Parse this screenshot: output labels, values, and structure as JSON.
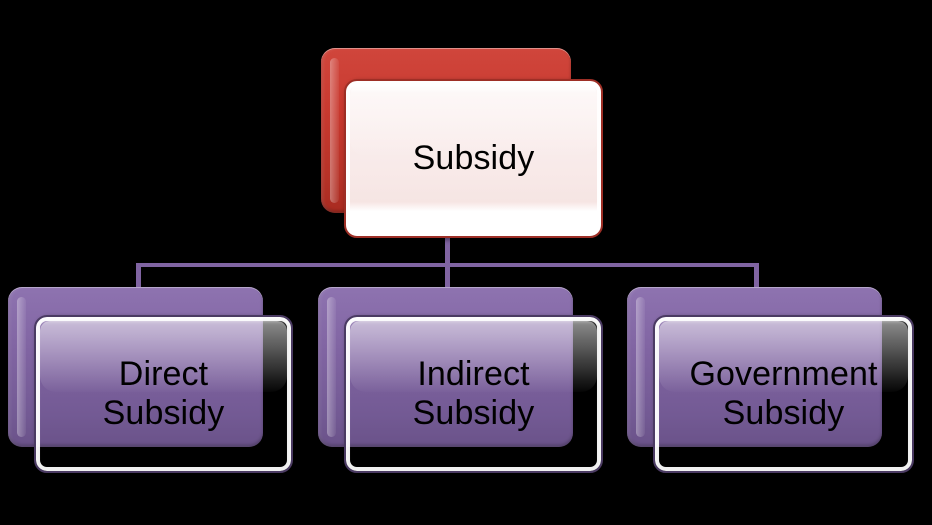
{
  "diagram": {
    "type": "hierarchy",
    "title": "Subsidy",
    "background_color": "#000000",
    "root": {
      "id": "subsidy",
      "label": "Subsidy",
      "plate_color": "#C8392F",
      "card_color": "#F8EAE9",
      "text_color": "#000000"
    },
    "children": [
      {
        "id": "direct-subsidy",
        "label": "Direct\nSubsidy",
        "plate_color": "#8064A2",
        "card_color": "#ECE8F2",
        "text_color": "#000000"
      },
      {
        "id": "indirect-subsidy",
        "label": "Indirect\nSubsidy",
        "plate_color": "#8064A2",
        "card_color": "#ECE8F2",
        "text_color": "#000000"
      },
      {
        "id": "government-subsidy",
        "label": "Government\nSubsidy",
        "plate_color": "#8064A2",
        "card_color": "#ECE8F2",
        "text_color": "#000000"
      }
    ],
    "connector_color": "#8064A2"
  }
}
